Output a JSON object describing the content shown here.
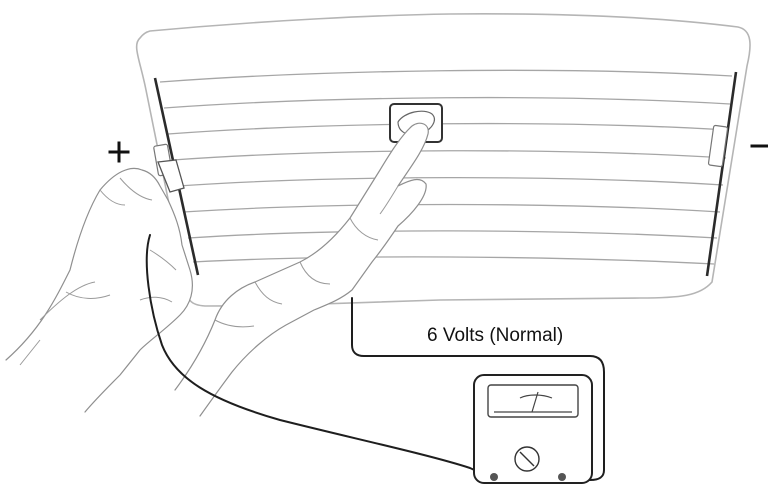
{
  "labels": {
    "voltage_reading": "6 Volts (Normal)"
  },
  "terminals": {
    "positive_symbol": "plus",
    "negative_symbol": "minus"
  },
  "icons": [
    "plus-sign-icon",
    "minus-sign-icon",
    "voltmeter-icon",
    "hand-icon",
    "probe-icon",
    "fingertip-pad-icon"
  ],
  "colors": {
    "background": "#ffffff",
    "line_art": "#9a9a9a",
    "leads": "#1e1e1e",
    "text": "#111111"
  }
}
